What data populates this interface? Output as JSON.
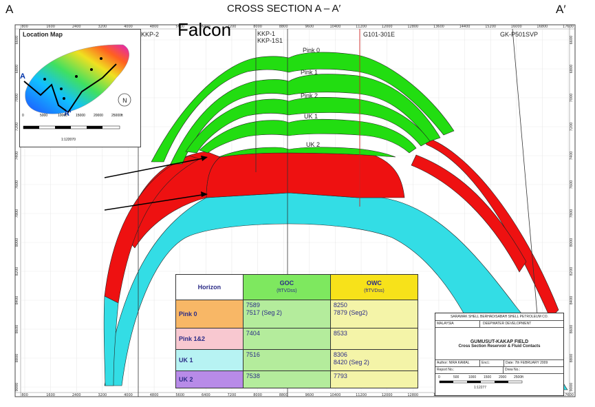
{
  "header": {
    "left_label": "A",
    "right_label": "A′",
    "title": "CROSS SECTION A – A′",
    "overlay_text": "Falcon"
  },
  "axes": {
    "x_ticks": [
      "800",
      "1600",
      "2400",
      "3200",
      "4000",
      "4800",
      "5600",
      "6400",
      "7200",
      "8000",
      "8800",
      "9600",
      "10400",
      "11200",
      "12000",
      "12800",
      "13600",
      "14400",
      "15200",
      "16000",
      "16800",
      "17600"
    ],
    "y_ticks": [
      "6600",
      "6800",
      "7000",
      "7200",
      "7400",
      "7600",
      "7800",
      "8000",
      "8200",
      "8400",
      "8600",
      "8800",
      "9000"
    ]
  },
  "wells": [
    {
      "name": "KKP-2"
    },
    {
      "name": "KKP-1"
    },
    {
      "name": "KKP-1S1"
    },
    {
      "name": "G101-301E"
    },
    {
      "name": "GK-P501SVP"
    }
  ],
  "horizon_labels": [
    "Pink 0",
    "Pink 1",
    "Pink 2",
    "UK 1",
    "UK 2"
  ],
  "colors": {
    "gas": "#22dd11",
    "oil": "#ee1111",
    "water": "#33dde5",
    "gas_cell": "#7ee85f",
    "oil_cell": "#f4f4a8",
    "owc_header": "#f7e21a",
    "pink0_cell": "#f8b766",
    "pink12_cell": "#f8c8d0",
    "uk1_cell": "#b7f3f3",
    "uk2_cell": "#b88be8"
  },
  "location_map": {
    "title": "Location Map",
    "point_a": "A",
    "point_a_prime": "A′",
    "scale_ticks": [
      "0",
      "5000",
      "10000",
      "15000",
      "20000",
      "25000ft"
    ],
    "scale_ratio": "1:122070"
  },
  "fluid_table": {
    "headers": [
      {
        "main": "Horizon",
        "sub": ""
      },
      {
        "main": "GOC",
        "sub": "(ftTVDss)"
      },
      {
        "main": "OWC",
        "sub": "(ftTVDss)"
      }
    ],
    "rows": [
      {
        "horizon": "Pink 0",
        "goc": [
          "7589",
          "7517 (Seg 2)"
        ],
        "owc": [
          "8250",
          "7879 (Seg2)"
        ]
      },
      {
        "horizon": "Pink 1&2",
        "goc": [
          "7404"
        ],
        "owc": [
          "8533"
        ]
      },
      {
        "horizon": "UK 1",
        "goc": [
          "7516"
        ],
        "owc": [
          "8306",
          "8420 (Seg 2)"
        ]
      },
      {
        "horizon": "UK 2",
        "goc": [
          "7538"
        ],
        "owc": [
          "7793"
        ]
      }
    ]
  },
  "title_block": {
    "company": "SARAWAK SHELL BERHAD/SABAH SHELL PETROLEUM CO.",
    "country": "MALAYSIA",
    "department": "DEEPWATER DEVELOPMENT",
    "field": "GUMUSUT-KAKAP FIELD",
    "subtitle": "Cross Section Reservoir & Fluid Contacts",
    "author_label": "Author:",
    "author": "NIRA KAMAL",
    "encl_label": "Encl.:",
    "date_label": "Date:",
    "date": "7th FEBRUARY 2009",
    "report_label": "Report No.:",
    "drew_label": "Drew No.:",
    "scale_ticks": [
      "0",
      "500",
      "1000",
      "1500",
      "2000",
      "2500ft"
    ],
    "scale_ratio": "1:12277"
  }
}
